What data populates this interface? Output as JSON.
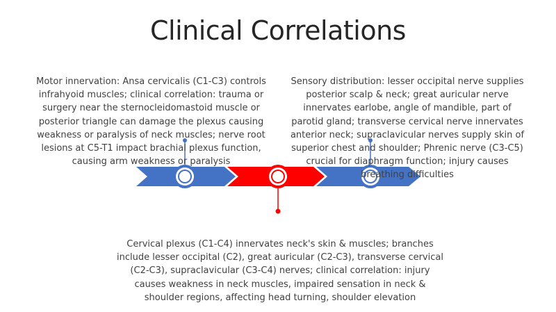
{
  "slide": {
    "title": "Clinical Correlations"
  },
  "milestones": [
    {
      "text": "Motor innervation:  Ansa cervicalis (C1-C3) controls infrahyoid muscles;  clinical correlation:  trauma or surgery near the  sternocleidomastoid muscle or posterior triangle  can damage the plexus causing weakness or paralysis of neck muscles;  nerve root lesions at C5-T1 impact brachial plexus function,  causing arm weakness or paralysis",
      "color": "#4472C4"
    },
    {
      "text": "Cervical plexus (C1-C4) innervates neck's skin & muscles;  branches include lesser occipital (C2), great auricular (C2-C3), transverse cervical (C2-C3), supraclavicular (C3-C4) nerves;  clinical correlation:  injury causes weakness in neck muscles, impaired sensation in neck & shoulder regions,  affecting head turning, shoulder elevation",
      "color": "#FF0000"
    },
    {
      "text": "Sensory distribution:  lesser occipital nerve supplies posterior scalp & neck; great auricular nerve innervates earlobe, angle of mandible, part of parotid gland; transverse cervical nerve innervates anterior neck; supraclavicular nerves supply skin of superior chest and shoulder; Phrenic nerve (C3-C5) crucial for diaphragm function; injury causes breathing difficulties",
      "color": "#4472C4"
    }
  ],
  "colors": {
    "blue": "#4472C4",
    "red": "#FF0000",
    "title": "#262626",
    "body_text": "#404040"
  }
}
